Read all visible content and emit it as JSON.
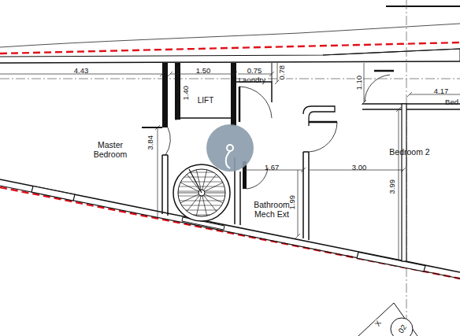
{
  "diagram": {
    "nodes": [
      {
        "text": [
          "LIFT"
        ]
      }
    ],
    "labels": [
      "4.43",
      "1.50",
      "0.75",
      "Laundry",
      "0.78",
      "1.10",
      "4.17",
      "Bed",
      "1.40",
      "Master Bedroom",
      "3.84",
      "Bedroom 2",
      "1.67",
      "3.00",
      "1.99",
      "Bathroom Mech Ext",
      "3.99",
      "X",
      "02"
    ]
  }
}
